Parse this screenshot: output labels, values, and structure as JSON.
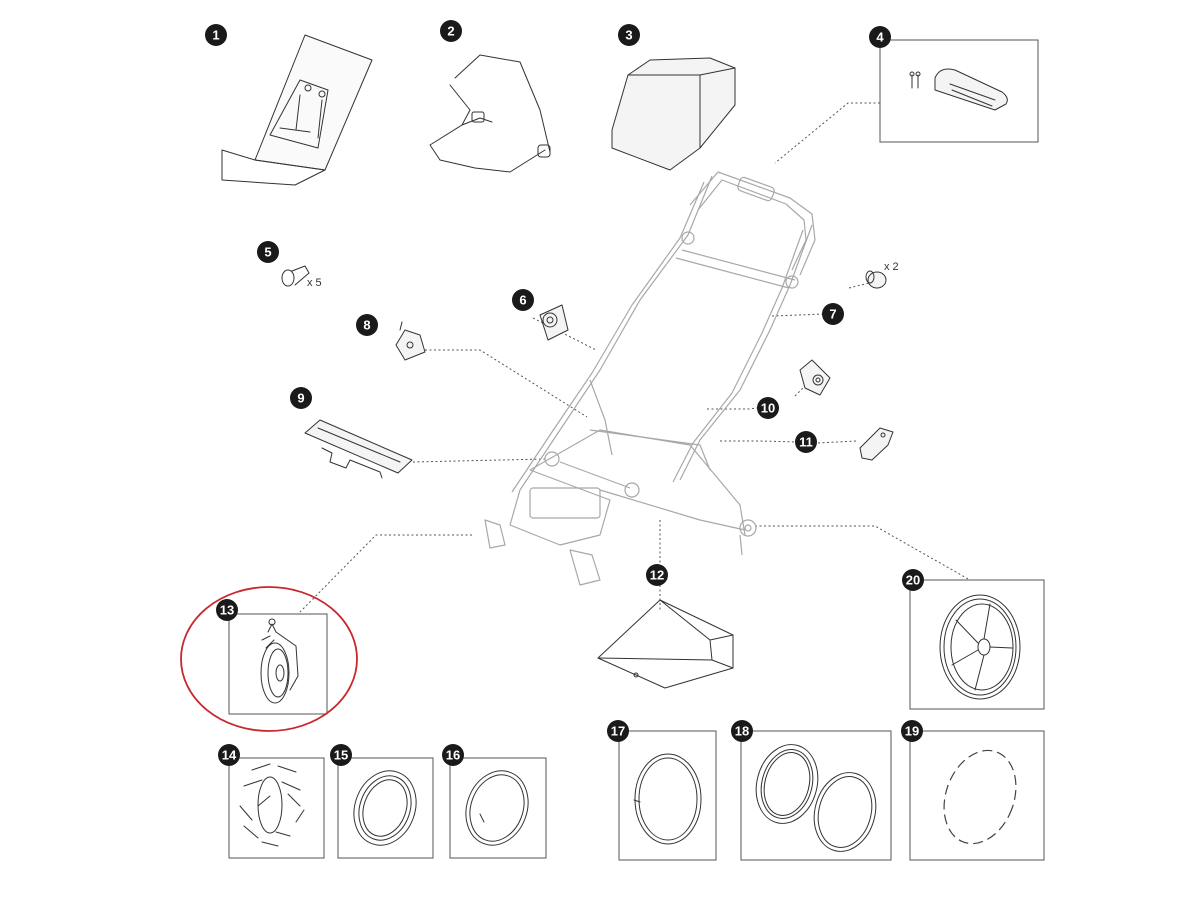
{
  "highlight_color": "#c8282d",
  "badge_color": "#1a1a1a",
  "highlighted_part": "13",
  "parts": [
    {
      "number": "1",
      "icon": "infant-seat-insert-icon"
    },
    {
      "number": "2",
      "icon": "bumper-bar-icon"
    },
    {
      "number": "3",
      "icon": "canopy-icon"
    },
    {
      "number": "4",
      "icon": "handlebar-grip-kit-icon"
    },
    {
      "number": "5",
      "icon": "screw-icon",
      "quantity": "x 5"
    },
    {
      "number": "6",
      "icon": "hinge-adapter-icon"
    },
    {
      "number": "7",
      "icon": "end-cap-icon",
      "quantity": "x 2"
    },
    {
      "number": "8",
      "icon": "bracket-icon"
    },
    {
      "number": "9",
      "icon": "seat-plate-icon"
    },
    {
      "number": "10",
      "icon": "fold-lock-icon"
    },
    {
      "number": "11",
      "icon": "clip-icon"
    },
    {
      "number": "12",
      "icon": "storage-basket-icon"
    },
    {
      "number": "13",
      "icon": "front-swivel-wheel-icon"
    },
    {
      "number": "14",
      "icon": "spoke-reflector-set-icon"
    },
    {
      "number": "15",
      "icon": "tire-icon"
    },
    {
      "number": "16",
      "icon": "tire-icon"
    },
    {
      "number": "17",
      "icon": "inner-tube-icon"
    },
    {
      "number": "18",
      "icon": "tire-pair-icon"
    },
    {
      "number": "19",
      "icon": "reflector-strip-icon"
    },
    {
      "number": "20",
      "icon": "rear-wheel-icon"
    }
  ]
}
